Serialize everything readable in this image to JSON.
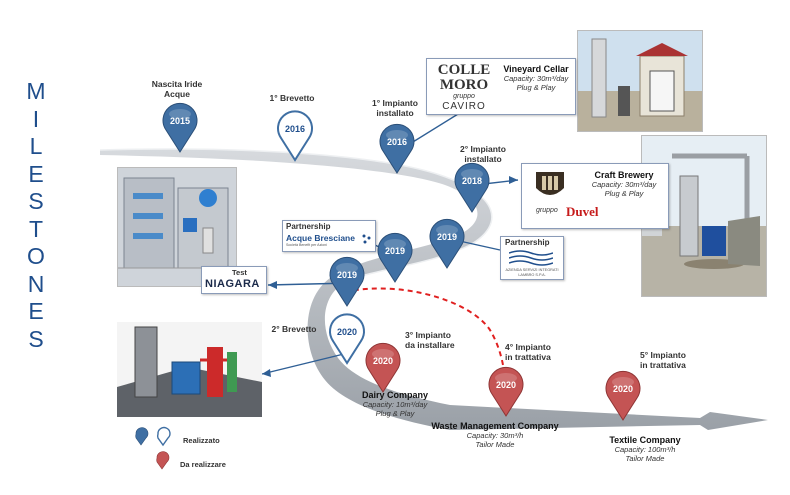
{
  "side_title": [
    "M",
    "I",
    "L",
    "E",
    "S",
    "T",
    "O",
    "N",
    "E",
    "S"
  ],
  "pins": [
    {
      "year": "2015",
      "kind": "done"
    },
    {
      "year": "2016",
      "kind": "outline"
    },
    {
      "year": "2016",
      "kind": "done"
    },
    {
      "year": "2018",
      "kind": "done"
    },
    {
      "year": "2019",
      "kind": "done"
    },
    {
      "year": "2019",
      "kind": "done"
    },
    {
      "year": "2019",
      "kind": "done"
    },
    {
      "year": "2020",
      "kind": "outline"
    },
    {
      "year": "2020",
      "kind": "todo"
    },
    {
      "year": "2020",
      "kind": "todo"
    },
    {
      "year": "2020",
      "kind": "todo"
    }
  ],
  "labels": {
    "nascita": "Nascita Iride\nAcque",
    "brevetto1": "1° Brevetto",
    "impianto1": "1° Impianto\ninstallato",
    "impianto2": "2° Impianto\ninstallato",
    "brevetto2": "2° Brevetto",
    "impianto3": "3° Impianto\nda installare",
    "impianto4": "4° Impianto\nin trattativa",
    "impianto5": "5° Impianto\nin trattativa"
  },
  "boxes": {
    "vineyard": {
      "logo": "COLLE MORO",
      "logo_sub": "gruppo",
      "logo2": "CAVIRO",
      "name": "Vineyard Cellar",
      "cap": "Capacity: 30m³/day",
      "mode": "Plug & Play"
    },
    "brewery": {
      "logo_sub": "gruppo",
      "logo2": "Duvel",
      "name": "Craft Brewery",
      "cap": "Capacity: 30m³/day",
      "mode": "Plug & Play"
    },
    "acque": {
      "title": "Partnership",
      "logo": "Acque Bresciane",
      "sub": "Società Benefit per Azioni"
    },
    "aster": {
      "title": "Partnership",
      "sub": "AZIENDA SERVIZI INTEGRATI LAMBRO S.P.A."
    },
    "niagara": {
      "title": "Test",
      "logo": "NIAGARA"
    }
  },
  "companies": {
    "dairy": {
      "name": "Dairy Company",
      "cap": "Capacity: 10m³/day",
      "mode": "Plug & Play"
    },
    "waste": {
      "name": "Waste Management Company",
      "cap": "Capacity: 30m³/h",
      "mode": "Tailor Made"
    },
    "textile": {
      "name": "Textile Company",
      "cap": "Capacity: 100m³/h",
      "mode": "Tailor Made"
    }
  },
  "legend": {
    "done": "Realizzato",
    "todo": "Da realizzare"
  },
  "colors": {
    "blue": "#3f6fa3",
    "red": "#c45454",
    "title": "#1f4e8c",
    "arrow": "#8a8f96"
  }
}
